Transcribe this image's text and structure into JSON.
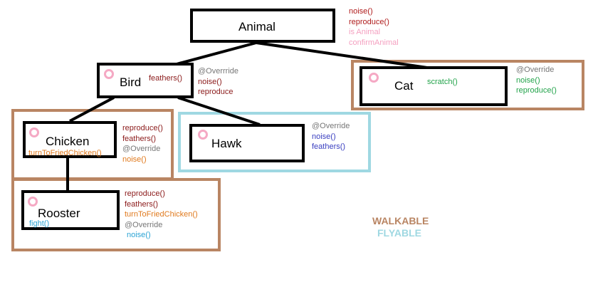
{
  "colors": {
    "maroon": "#8b1a1a",
    "orange": "#e07a1e",
    "gray": "#777777",
    "green": "#22a34a",
    "blue": "#3a3fc0",
    "cyan": "#2aa3d4",
    "pink": "#f4a0c0",
    "walk": "#b98563",
    "fly": "#9fd8e2"
  },
  "nodes": {
    "animal": {
      "label": "Animal",
      "notes": [
        "noise()",
        "reproduce()",
        "is Animal",
        "confirmAnimal"
      ]
    },
    "bird": {
      "label": "Bird",
      "side_note": "feathers()",
      "notes": [
        "@Overrride",
        "noise()",
        "reproduce"
      ]
    },
    "cat": {
      "label": "Cat",
      "side_note": "scratch()",
      "notes": [
        "@Override",
        "noise()",
        "reproduce()"
      ]
    },
    "chicken": {
      "label": "Chicken",
      "inner_note": "turnToFriedChicken()",
      "notes": [
        "reproduce()",
        "feathers()",
        "@Override",
        "noise()"
      ]
    },
    "hawk": {
      "label": "Hawk",
      "notes": [
        "@Override",
        "noise()",
        "feathers()"
      ]
    },
    "rooster": {
      "label": "Rooster",
      "inner_note": "fight()",
      "notes": [
        "reproduce()",
        "feathers()",
        "turnToFriedChicken()",
        "@Override",
        "noise()"
      ]
    }
  },
  "legend": {
    "walkable": "WALKABLE",
    "flyable": "FLYABLE"
  }
}
